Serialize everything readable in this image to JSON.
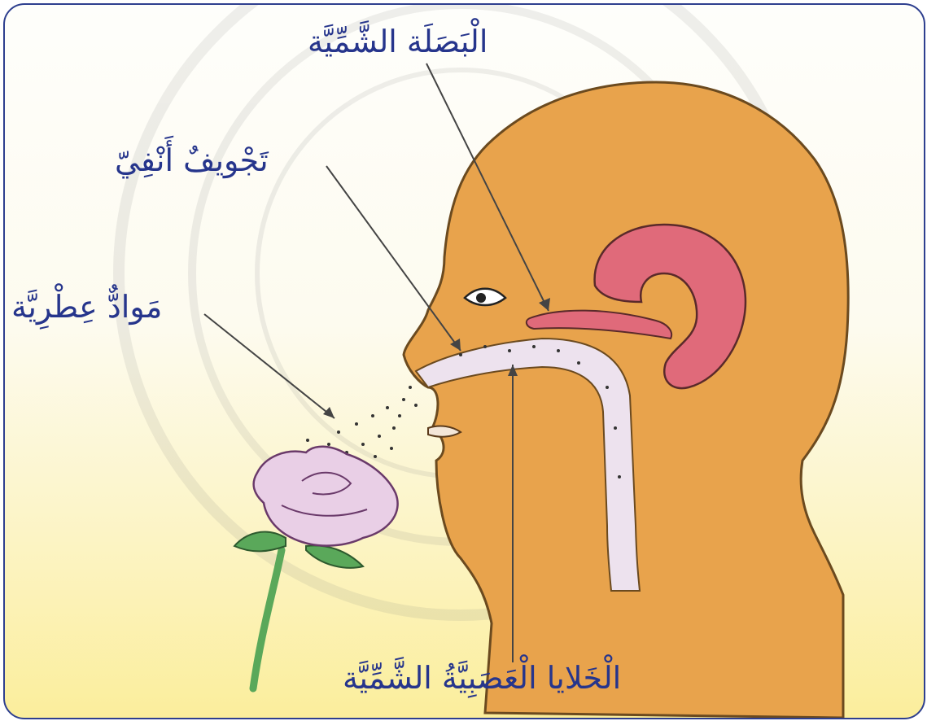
{
  "labels": {
    "olfactory_bulb": "الْبَصَلَة الشَّمِّيَّة",
    "nasal_cavity": "تَجْويفٌ أَنْفِيّ",
    "odorants": "مَوادٌّ عِطْرِيَّة",
    "olfactory_cells": "الْخَلايا الْعَصَبِيَّةُ الشَّمِّيَّة"
  },
  "colors": {
    "label": "#26358c",
    "frame": "#2e3f8f",
    "skin": "#e8a34c",
    "brain": "#e06a7a",
    "cavity": "#ede2ee",
    "rose": "#e9cfe6",
    "leaf": "#5aa85a"
  }
}
